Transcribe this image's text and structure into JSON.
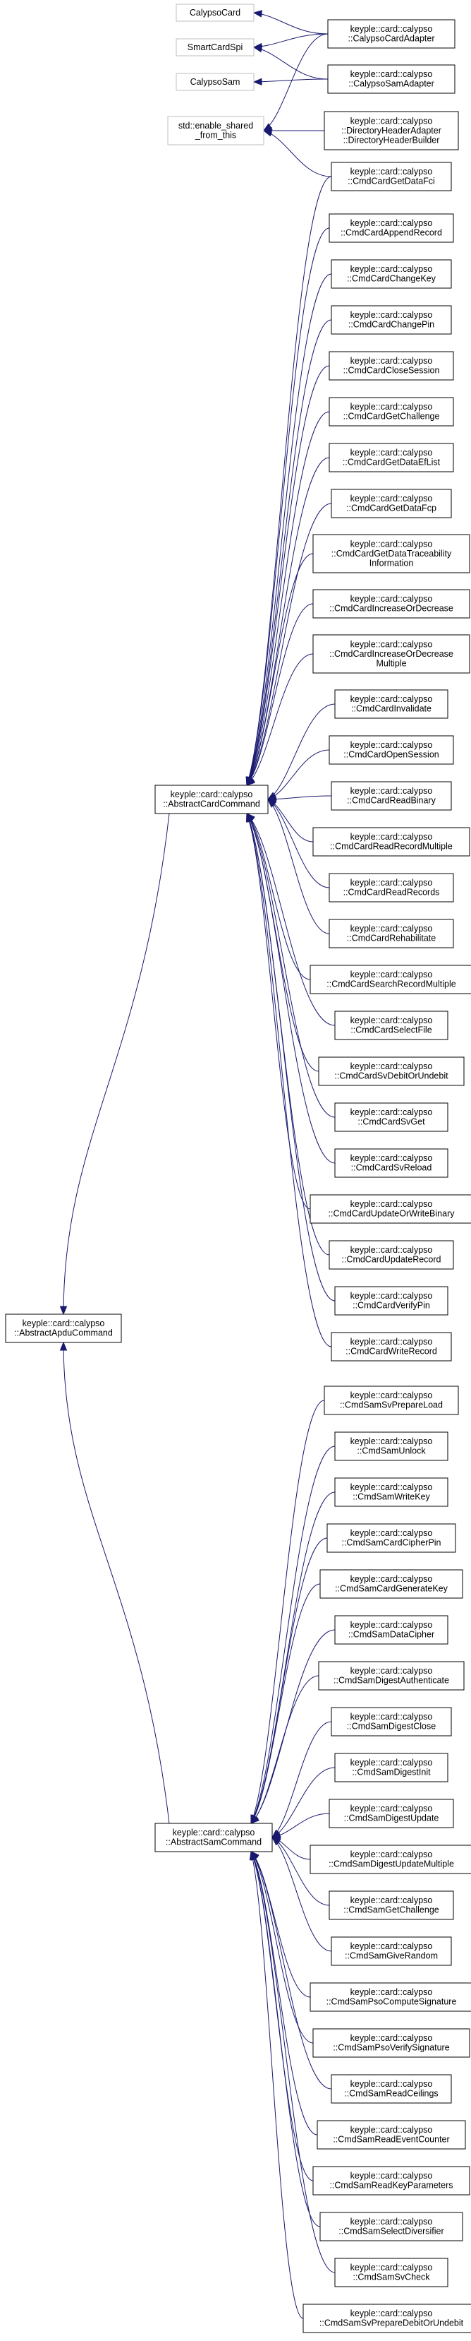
{
  "nodes": [
    {
      "id": "calypsocard",
      "lines": [
        "CalypsoCard"
      ],
      "style": "gray"
    },
    {
      "id": "smartcardspi",
      "lines": [
        "SmartCardSpi"
      ],
      "style": "gray"
    },
    {
      "id": "calypsosam",
      "lines": [
        "CalypsoSam"
      ],
      "style": "gray"
    },
    {
      "id": "enable_shared",
      "lines": [
        "std::enable_shared",
        "_from_this"
      ],
      "style": "gray"
    },
    {
      "id": "calypsocardadapter",
      "lines": [
        "keyple::card::calypso",
        "::CalypsoCardAdapter"
      ],
      "style": "black"
    },
    {
      "id": "calypsosamadapter",
      "lines": [
        "keyple::card::calypso",
        "::CalypsoSamAdapter"
      ],
      "style": "black"
    },
    {
      "id": "directoryheader",
      "lines": [
        "keyple::card::calypso",
        "::DirectoryHeaderAdapter",
        "::DirectoryHeaderBuilder"
      ],
      "style": "black"
    },
    {
      "id": "getdatafci",
      "lines": [
        "keyple::card::calypso",
        "::CmdCardGetDataFci"
      ],
      "style": "black"
    },
    {
      "id": "appendrecord",
      "lines": [
        "keyple::card::calypso",
        "::CmdCardAppendRecord"
      ],
      "style": "black"
    },
    {
      "id": "changekey",
      "lines": [
        "keyple::card::calypso",
        "::CmdCardChangeKey"
      ],
      "style": "black"
    },
    {
      "id": "changepin",
      "lines": [
        "keyple::card::calypso",
        "::CmdCardChangePin"
      ],
      "style": "black"
    },
    {
      "id": "closesession",
      "lines": [
        "keyple::card::calypso",
        "::CmdCardCloseSession"
      ],
      "style": "black"
    },
    {
      "id": "getchallenge",
      "lines": [
        "keyple::card::calypso",
        "::CmdCardGetChallenge"
      ],
      "style": "black"
    },
    {
      "id": "getdataeflist",
      "lines": [
        "keyple::card::calypso",
        "::CmdCardGetDataEfList"
      ],
      "style": "black"
    },
    {
      "id": "getdatafcp",
      "lines": [
        "keyple::card::calypso",
        "::CmdCardGetDataFcp"
      ],
      "style": "black"
    },
    {
      "id": "getdatatrace",
      "lines": [
        "keyple::card::calypso",
        "::CmdCardGetDataTraceability",
        "Information"
      ],
      "style": "black"
    },
    {
      "id": "incordec",
      "lines": [
        "keyple::card::calypso",
        "::CmdCardIncreaseOrDecrease"
      ],
      "style": "black"
    },
    {
      "id": "incordecmulti",
      "lines": [
        "keyple::card::calypso",
        "::CmdCardIncreaseOrDecrease",
        "Multiple"
      ],
      "style": "black"
    },
    {
      "id": "invalidate",
      "lines": [
        "keyple::card::calypso",
        "::CmdCardInvalidate"
      ],
      "style": "black"
    },
    {
      "id": "opensession",
      "lines": [
        "keyple::card::calypso",
        "::CmdCardOpenSession"
      ],
      "style": "black"
    },
    {
      "id": "readbinary",
      "lines": [
        "keyple::card::calypso",
        "::CmdCardReadBinary"
      ],
      "style": "black"
    },
    {
      "id": "abstractcard",
      "lines": [
        "keyple::card::calypso",
        "::AbstractCardCommand"
      ],
      "style": "black"
    },
    {
      "id": "readrecordmulti",
      "lines": [
        "keyple::card::calypso",
        "::CmdCardReadRecordMultiple"
      ],
      "style": "black"
    },
    {
      "id": "readrecords",
      "lines": [
        "keyple::card::calypso",
        "::CmdCardReadRecords"
      ],
      "style": "black"
    },
    {
      "id": "rehabilitate",
      "lines": [
        "keyple::card::calypso",
        "::CmdCardRehabilitate"
      ],
      "style": "black"
    },
    {
      "id": "searchrecord",
      "lines": [
        "keyple::card::calypso",
        "::CmdCardSearchRecordMultiple"
      ],
      "style": "black"
    },
    {
      "id": "selectfile",
      "lines": [
        "keyple::card::calypso",
        "::CmdCardSelectFile"
      ],
      "style": "black"
    },
    {
      "id": "svdebit",
      "lines": [
        "keyple::card::calypso",
        "::CmdCardSvDebitOrUndebit"
      ],
      "style": "black"
    },
    {
      "id": "svget",
      "lines": [
        "keyple::card::calypso",
        "::CmdCardSvGet"
      ],
      "style": "black"
    },
    {
      "id": "svreload",
      "lines": [
        "keyple::card::calypso",
        "::CmdCardSvReload"
      ],
      "style": "black"
    },
    {
      "id": "updateorwrite",
      "lines": [
        "keyple::card::calypso",
        "::CmdCardUpdateOrWriteBinary"
      ],
      "style": "black"
    },
    {
      "id": "updaterecord",
      "lines": [
        "keyple::card::calypso",
        "::CmdCardUpdateRecord"
      ],
      "style": "black"
    },
    {
      "id": "verifypin",
      "lines": [
        "keyple::card::calypso",
        "::CmdCardVerifyPin"
      ],
      "style": "black"
    },
    {
      "id": "writerecord",
      "lines": [
        "keyple::card::calypso",
        "::CmdCardWriteRecord"
      ],
      "style": "black"
    },
    {
      "id": "abstractapdu",
      "lines": [
        "keyple::card::calypso",
        "::AbstractApduCommand"
      ],
      "style": "black"
    },
    {
      "id": "samsvprepareload",
      "lines": [
        "keyple::card::calypso",
        "::CmdSamSvPrepareLoad"
      ],
      "style": "black"
    },
    {
      "id": "samunlock",
      "lines": [
        "keyple::card::calypso",
        "::CmdSamUnlock"
      ],
      "style": "black"
    },
    {
      "id": "samwritekey",
      "lines": [
        "keyple::card::calypso",
        "::CmdSamWriteKey"
      ],
      "style": "black"
    },
    {
      "id": "samcardcipherpin",
      "lines": [
        "keyple::card::calypso",
        "::CmdSamCardCipherPin"
      ],
      "style": "black"
    },
    {
      "id": "samcardgenkey",
      "lines": [
        "keyple::card::calypso",
        "::CmdSamCardGenerateKey"
      ],
      "style": "black"
    },
    {
      "id": "samdatacipher",
      "lines": [
        "keyple::card::calypso",
        "::CmdSamDataCipher"
      ],
      "style": "black"
    },
    {
      "id": "samdigestauth",
      "lines": [
        "keyple::card::calypso",
        "::CmdSamDigestAuthenticate"
      ],
      "style": "black"
    },
    {
      "id": "samdigestclose",
      "lines": [
        "keyple::card::calypso",
        "::CmdSamDigestClose"
      ],
      "style": "black"
    },
    {
      "id": "samdigestinit",
      "lines": [
        "keyple::card::calypso",
        "::CmdSamDigestInit"
      ],
      "style": "black"
    },
    {
      "id": "samdigestupdate",
      "lines": [
        "keyple::card::calypso",
        "::CmdSamDigestUpdate"
      ],
      "style": "black"
    },
    {
      "id": "abstractsam",
      "lines": [
        "keyple::card::calypso",
        "::AbstractSamCommand"
      ],
      "style": "black"
    },
    {
      "id": "samdigestupdatemulti",
      "lines": [
        "keyple::card::calypso",
        "::CmdSamDigestUpdateMultiple"
      ],
      "style": "black"
    },
    {
      "id": "samgetchallenge",
      "lines": [
        "keyple::card::calypso",
        "::CmdSamGetChallenge"
      ],
      "style": "black"
    },
    {
      "id": "samgiverandom",
      "lines": [
        "keyple::card::calypso",
        "::CmdSamGiveRandom"
      ],
      "style": "black"
    },
    {
      "id": "sampsocompute",
      "lines": [
        "keyple::card::calypso",
        "::CmdSamPsoComputeSignature"
      ],
      "style": "black"
    },
    {
      "id": "sampsoverify",
      "lines": [
        "keyple::card::calypso",
        "::CmdSamPsoVerifySignature"
      ],
      "style": "black"
    },
    {
      "id": "samreadceilings",
      "lines": [
        "keyple::card::calypso",
        "::CmdSamReadCeilings"
      ],
      "style": "black"
    },
    {
      "id": "samreadeventcounter",
      "lines": [
        "keyple::card::calypso",
        "::CmdSamReadEventCounter"
      ],
      "style": "black"
    },
    {
      "id": "samreadkeyparams",
      "lines": [
        "keyple::card::calypso",
        "::CmdSamReadKeyParameters"
      ],
      "style": "black"
    },
    {
      "id": "samselectdiv",
      "lines": [
        "keyple::card::calypso",
        "::CmdSamSelectDiversifier"
      ],
      "style": "black"
    },
    {
      "id": "samsvcheck",
      "lines": [
        "keyple::card::calypso",
        "::CmdSamSvCheck"
      ],
      "style": "black"
    },
    {
      "id": "samsvpreparedebit",
      "lines": [
        "keyple::card::calypso",
        "::CmdSamSvPrepareDebitOrUndebit"
      ],
      "style": "black"
    }
  ],
  "edges": [
    {
      "from": "calypsocardadapter",
      "to": "calypsocard"
    },
    {
      "from": "calypsocardadapter",
      "to": "smartcardspi"
    },
    {
      "from": "calypsocardadapter",
      "to": "enable_shared"
    },
    {
      "from": "calypsosamadapter",
      "to": "smartcardspi"
    },
    {
      "from": "calypsosamadapter",
      "to": "calypsosam"
    },
    {
      "from": "directoryheader",
      "to": "enable_shared"
    },
    {
      "from": "getdatafci",
      "to": "enable_shared"
    },
    {
      "from": "getdatafci",
      "to": "abstractcard"
    },
    {
      "from": "appendrecord",
      "to": "abstractcard"
    },
    {
      "from": "changekey",
      "to": "abstractcard"
    },
    {
      "from": "changepin",
      "to": "abstractcard"
    },
    {
      "from": "closesession",
      "to": "abstractcard"
    },
    {
      "from": "getchallenge",
      "to": "abstractcard"
    },
    {
      "from": "getdataeflist",
      "to": "abstractcard"
    },
    {
      "from": "getdatafcp",
      "to": "abstractcard"
    },
    {
      "from": "getdatatrace",
      "to": "abstractcard"
    },
    {
      "from": "incordec",
      "to": "abstractcard"
    },
    {
      "from": "incordecmulti",
      "to": "abstractcard"
    },
    {
      "from": "invalidate",
      "to": "abstractcard"
    },
    {
      "from": "opensession",
      "to": "abstractcard"
    },
    {
      "from": "readbinary",
      "to": "abstractcard"
    },
    {
      "from": "readrecordmulti",
      "to": "abstractcard"
    },
    {
      "from": "readrecords",
      "to": "abstractcard"
    },
    {
      "from": "rehabilitate",
      "to": "abstractcard"
    },
    {
      "from": "searchrecord",
      "to": "abstractcard"
    },
    {
      "from": "selectfile",
      "to": "abstractcard"
    },
    {
      "from": "svdebit",
      "to": "abstractcard"
    },
    {
      "from": "svget",
      "to": "abstractcard"
    },
    {
      "from": "svreload",
      "to": "abstractcard"
    },
    {
      "from": "updateorwrite",
      "to": "abstractcard"
    },
    {
      "from": "updaterecord",
      "to": "abstractcard"
    },
    {
      "from": "verifypin",
      "to": "abstractcard"
    },
    {
      "from": "writerecord",
      "to": "abstractcard"
    },
    {
      "from": "abstractcard",
      "to": "abstractapdu"
    },
    {
      "from": "abstractsam",
      "to": "abstractapdu"
    },
    {
      "from": "samsvprepareload",
      "to": "abstractsam"
    },
    {
      "from": "samunlock",
      "to": "abstractsam"
    },
    {
      "from": "samwritekey",
      "to": "abstractsam"
    },
    {
      "from": "samcardcipherpin",
      "to": "abstractsam"
    },
    {
      "from": "samcardgenkey",
      "to": "abstractsam"
    },
    {
      "from": "samdatacipher",
      "to": "abstractsam"
    },
    {
      "from": "samdigestauth",
      "to": "abstractsam"
    },
    {
      "from": "samdigestclose",
      "to": "abstractsam"
    },
    {
      "from": "samdigestinit",
      "to": "abstractsam"
    },
    {
      "from": "samdigestupdate",
      "to": "abstractsam"
    },
    {
      "from": "samdigestupdatemulti",
      "to": "abstractsam"
    },
    {
      "from": "samgetchallenge",
      "to": "abstractsam"
    },
    {
      "from": "samgiverandom",
      "to": "abstractsam"
    },
    {
      "from": "sampsocompute",
      "to": "abstractsam"
    },
    {
      "from": "sampsoverify",
      "to": "abstractsam"
    },
    {
      "from": "samreadceilings",
      "to": "abstractsam"
    },
    {
      "from": "samreadeventcounter",
      "to": "abstractsam"
    },
    {
      "from": "samreadkeyparams",
      "to": "abstractsam"
    },
    {
      "from": "samselectdiv",
      "to": "abstractsam"
    },
    {
      "from": "samsvcheck",
      "to": "abstractsam"
    },
    {
      "from": "samsvpreparedebit",
      "to": "abstractsam"
    }
  ]
}
